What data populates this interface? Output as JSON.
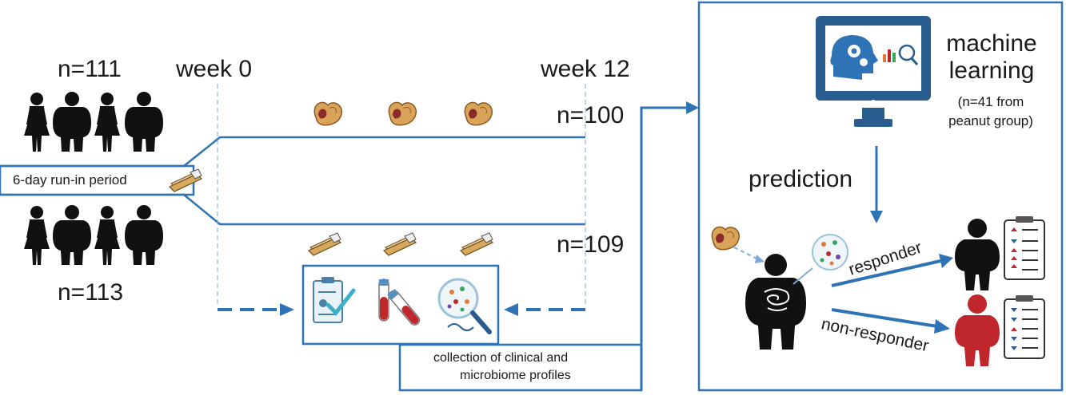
{
  "labels": {
    "n_top_left": "n=111",
    "n_bottom_left": "n=113",
    "week0": "week 0",
    "week12": "week 12",
    "n_top_right": "n=100",
    "n_bottom_right": "n=109",
    "runin": "6-day run-in period",
    "collection_line1": "collection of clinical and",
    "collection_line2": "microbiome profiles",
    "ml_line1": "machine",
    "ml_line2": "learning",
    "ml_sub1": "(n=41 from",
    "ml_sub2": "peanut group)",
    "prediction": "prediction",
    "responder": "responder",
    "nonresponder": "non-responder"
  },
  "colors": {
    "blue": "#2e73b5",
    "navy": "#2a5d8f",
    "red": "#c0272d",
    "black": "#111111",
    "peanut": "#d9a35a"
  },
  "icons": [
    "person-female-icon",
    "person-male-icon",
    "peanut-icon",
    "snack-bar-icon",
    "clipboard-icon",
    "test-tube-icon",
    "microbiome-magnifier-icon",
    "computer-monitor-icon",
    "brain-gear-icon",
    "checklist-icon",
    "gut-icon",
    "microbes-icon"
  ]
}
